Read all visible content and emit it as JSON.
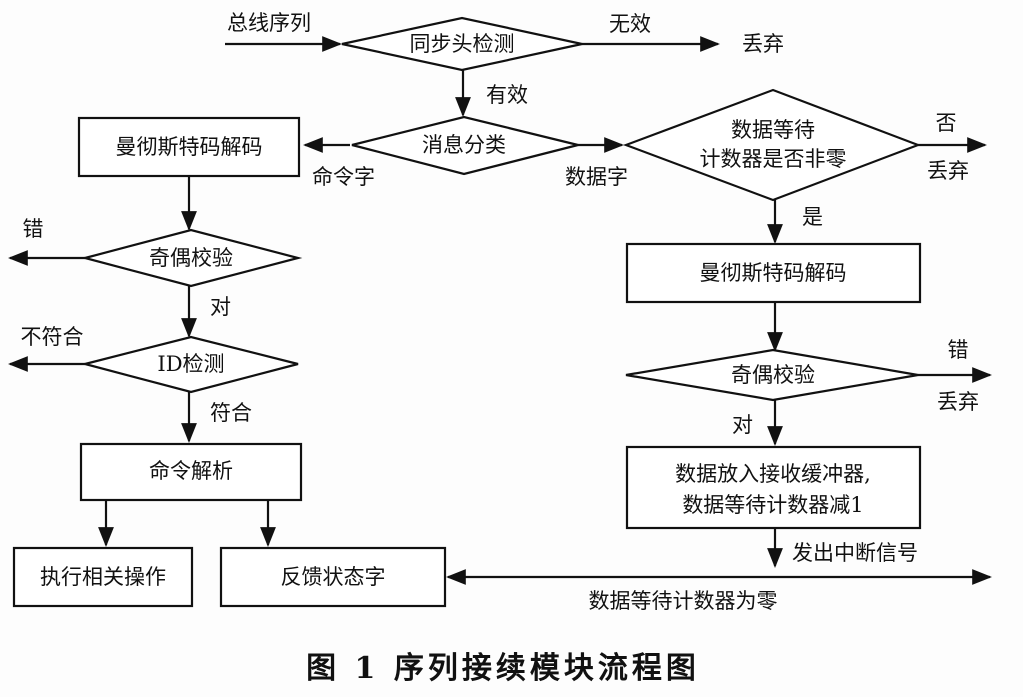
{
  "nodes": {
    "input_label": "总线序列",
    "sync_check": "同步头检测",
    "invalid": "无效",
    "discard_1": "丢弃",
    "valid": "有效",
    "msg_classify": "消息分类",
    "cmd_word": "命令字",
    "data_word": "数据字",
    "manchester_left": "曼彻斯特码解码",
    "wait_counter_check_line1": "数据等待",
    "wait_counter_check_line2": "计数器是否非零",
    "no": "否",
    "discard_2": "丢弃",
    "yes": "是",
    "error_left": "错",
    "parity_left": "奇偶校验",
    "correct_left": "对",
    "mismatch": "不符合",
    "id_check": "ID检测",
    "match": "符合",
    "cmd_parse": "命令解析",
    "exec_ops": "执行相关操作",
    "feedback": "反馈状态字",
    "manchester_right": "曼彻斯特码解码",
    "error_right": "错",
    "parity_right": "奇偶校验",
    "discard_3": "丢弃",
    "correct_right": "对",
    "buffer_line1": "数据放入接收缓冲器,",
    "buffer_line2": "数据等待计数器减1",
    "interrupt": "发出中断信号",
    "counter_zero": "数据等待计数器为零"
  },
  "caption": "图 1   序列接续模块流程图"
}
